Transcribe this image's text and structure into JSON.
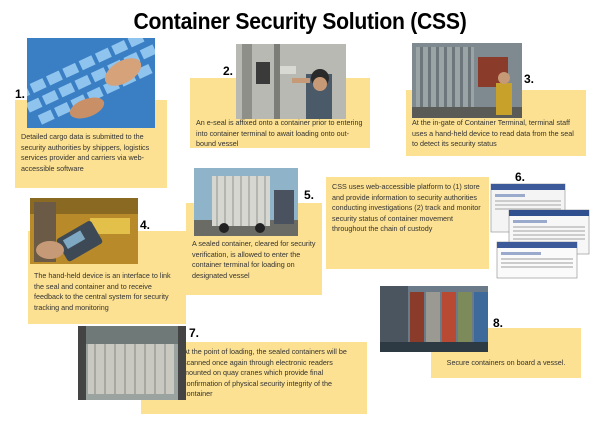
{
  "title": "Container Security Solution (CSS)",
  "steps": [
    {
      "number": "1.",
      "text": "Detailed cargo data is submitted to the security authorities by shippers, logistics services provider and carriers via web-accessible software"
    },
    {
      "number": "2.",
      "text": "An e-seal is affixed onto a container prior to entering into container terminal to await loading onto out-bound vessel"
    },
    {
      "number": "3.",
      "text": "At the in-gate of Container Terminal, terminal staff uses a hand-held device to read data from the seal to detect its security status"
    },
    {
      "number": "4.",
      "text": "The hand-held device is an interface to link the seal and container and to receive feedback to the central system for security tracking and monitoring"
    },
    {
      "number": "5.",
      "text": "A sealed container, cleared for security verification, is allowed to enter the container terminal for loading on designated vessel"
    },
    {
      "number": "6.",
      "text": "CSS uses web-accessible platform to (1) store and provide information to security authorities conducting investigations (2) track and monitor security status of container movement throughout the chain of custody"
    },
    {
      "number": "7.",
      "text": "At the point of loading, the sealed containers will be scanned once again through electronic readers mounted on quay cranes which provide final confirmation of physical security integrity of the container"
    },
    {
      "number": "8.",
      "text": "Secure containers on board a vessel."
    }
  ],
  "colors": {
    "panel": "#fce192",
    "title": "#000000"
  }
}
